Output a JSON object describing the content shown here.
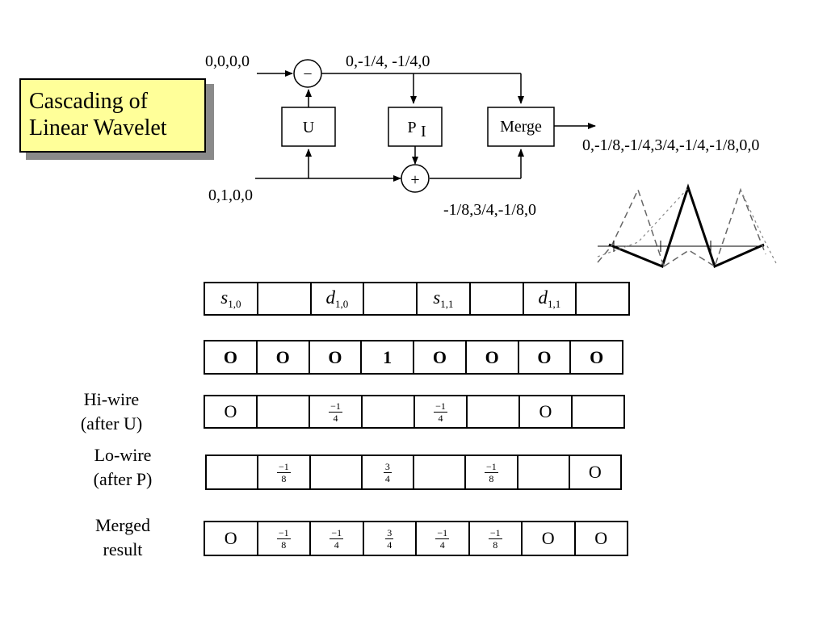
{
  "title": {
    "line1": "Cascading of",
    "line2": "Linear Wavelet"
  },
  "diagram": {
    "input_top": "0,0,0,0",
    "input_bottom": "0,1,0,0",
    "top_output": "0,-1/4, -1/4,0",
    "bottom_output": "-1/8,3/4,-1/8,0",
    "merged_output": "0,-1/8,-1/4,3/4,-1/4,-1/8,0,0",
    "block_u": "U",
    "block_p": "P",
    "block_p_sub": "I",
    "block_merge": "Merge",
    "minus_sign": "−",
    "plus_sign": "+"
  },
  "labels_row": [
    {
      "sym": "s",
      "sub": "1,0"
    },
    {
      "sym": "",
      "sub": ""
    },
    {
      "sym": "d",
      "sub": "1,0"
    },
    {
      "sym": "",
      "sub": ""
    },
    {
      "sym": "s",
      "sub": "1,1"
    },
    {
      "sym": "",
      "sub": ""
    },
    {
      "sym": "d",
      "sub": "1,1"
    },
    {
      "sym": "",
      "sub": ""
    }
  ],
  "input_row": [
    "O",
    "O",
    "O",
    "1",
    "O",
    "O",
    "O",
    "O"
  ],
  "hi_wire": {
    "label_line1": "Hi-wire",
    "label_line2": "(after U)",
    "cells": [
      "O",
      "",
      "-1/4",
      "",
      "-1/4",
      "",
      "O",
      ""
    ]
  },
  "lo_wire": {
    "label_line1": "Lo-wire",
    "label_line2": "(after P)",
    "cells": [
      "",
      "-1/8",
      "",
      "3/4",
      "",
      "-1/8",
      "",
      "O"
    ]
  },
  "merged": {
    "label_line1": "Merged",
    "label_line2": "result",
    "cells": [
      "O",
      "-1/8",
      "-1/4",
      "3/4",
      "-1/4",
      "-1/8",
      "O",
      "O"
    ]
  }
}
